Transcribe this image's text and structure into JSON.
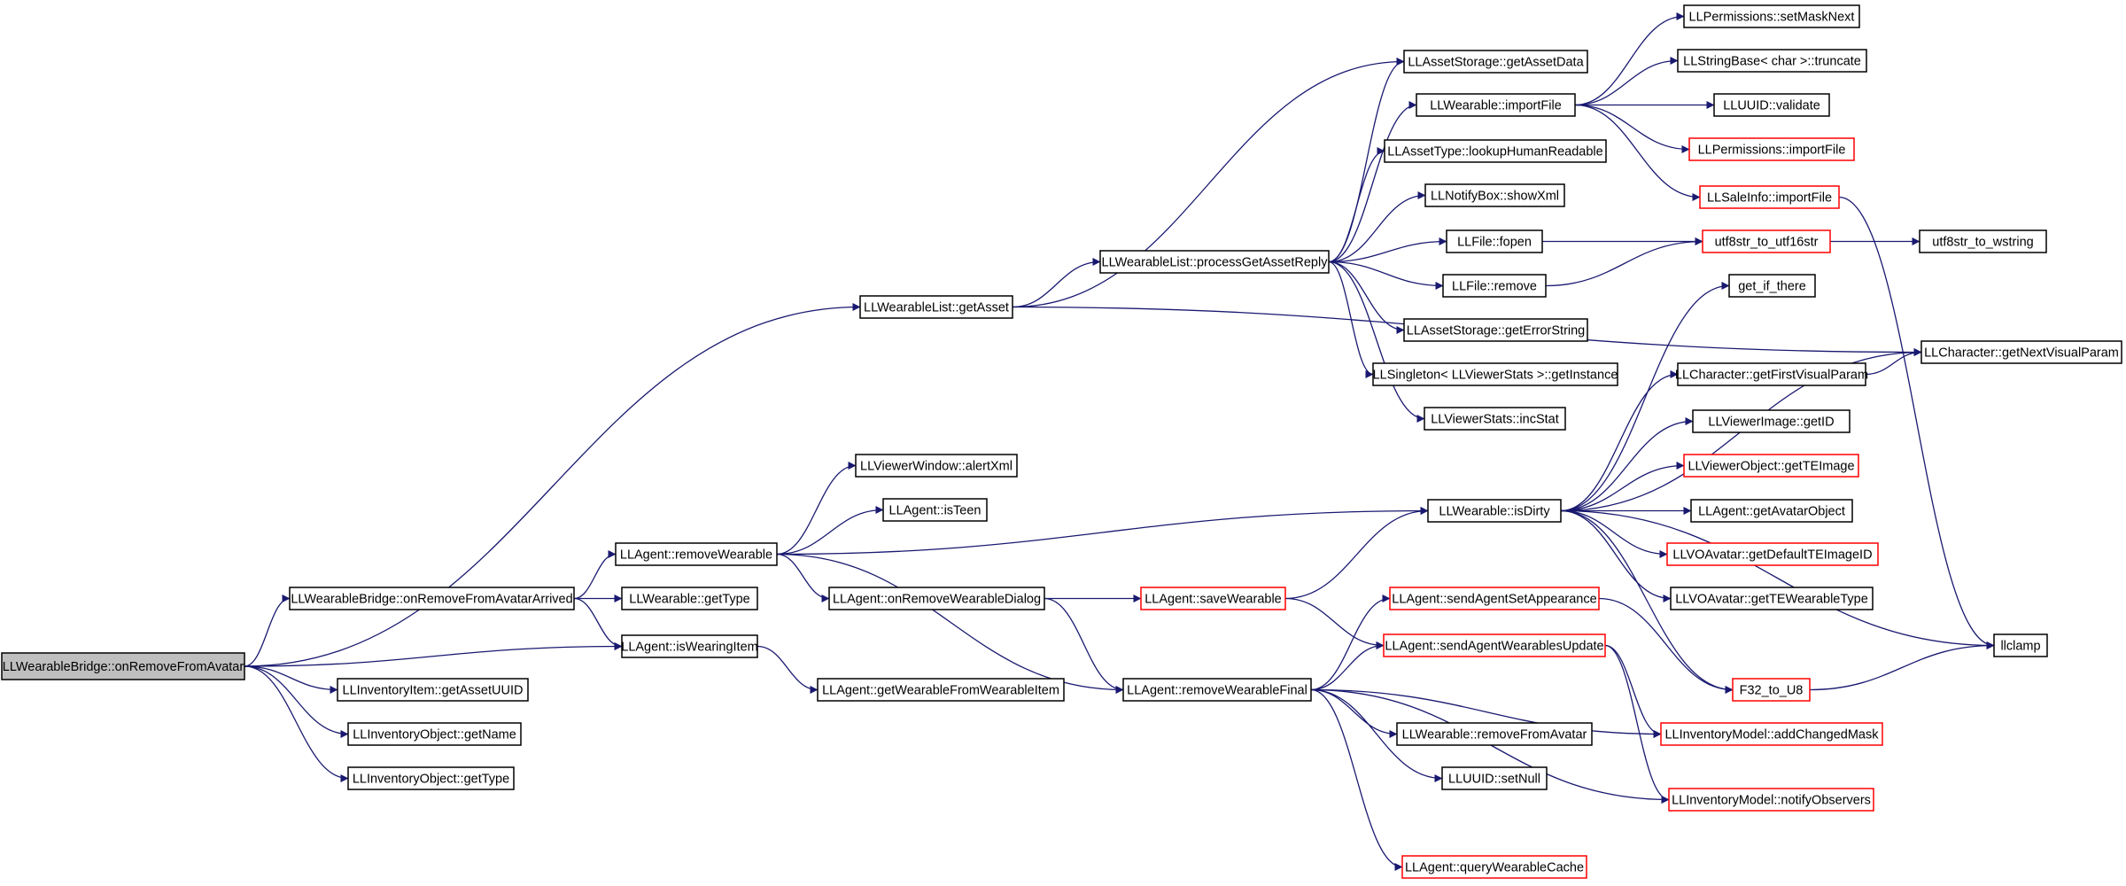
{
  "graph": {
    "colors": {
      "edge": "#191970",
      "plain_border": "#000000",
      "linked_border": "#ff0000",
      "root_fill": "#bfbfbf"
    },
    "nodes": {
      "n1": {
        "label": "LLWearableBridge::onRemoveFromAvatar",
        "style": "root"
      },
      "n2": {
        "label": "LLWearableList::getAsset",
        "style": "plain"
      },
      "n3": {
        "label": "LLWearableBridge::onRemoveFromAvatarArrived",
        "style": "plain"
      },
      "n4": {
        "label": "LLAgent::isWearingItem",
        "style": "plain"
      },
      "n5": {
        "label": "LLInventoryItem::getAssetUUID",
        "style": "plain"
      },
      "n6": {
        "label": "LLInventoryObject::getName",
        "style": "plain"
      },
      "n7": {
        "label": "LLInventoryObject::getType",
        "style": "plain"
      },
      "n8": {
        "label": "LLWearableList::processGetAssetReply",
        "style": "plain"
      },
      "n9": {
        "label": "LLAgent::removeWearable",
        "style": "plain"
      },
      "n10": {
        "label": "LLWearable::getType",
        "style": "plain"
      },
      "n11": {
        "label": "LLViewerWindow::alertXml",
        "style": "plain"
      },
      "n12": {
        "label": "LLAgent::isTeen",
        "style": "plain"
      },
      "n13": {
        "label": "LLAgent::onRemoveWearableDialog",
        "style": "plain"
      },
      "n14": {
        "label": "LLAgent::getWearableFromWearableItem",
        "style": "plain"
      },
      "n15": {
        "label": "LLAgent::saveWearable",
        "style": "red"
      },
      "n16": {
        "label": "LLAgent::removeWearableFinal",
        "style": "plain"
      },
      "n17": {
        "label": "LLAssetStorage::getAssetData",
        "style": "plain"
      },
      "n18": {
        "label": "LLWearable::importFile",
        "style": "plain"
      },
      "n19": {
        "label": "LLAssetType::lookupHumanReadable",
        "style": "plain"
      },
      "n20": {
        "label": "LLNotifyBox::showXml",
        "style": "plain"
      },
      "n21": {
        "label": "LLFile::fopen",
        "style": "plain"
      },
      "n22": {
        "label": "LLFile::remove",
        "style": "plain"
      },
      "n23": {
        "label": "LLAssetStorage::getErrorString",
        "style": "plain"
      },
      "n24": {
        "label": "LLSingleton< LLViewerStats >::getInstance",
        "style": "plain"
      },
      "n25": {
        "label": "LLViewerStats::incStat",
        "style": "plain"
      },
      "n26": {
        "label": "LLWearable::isDirty",
        "style": "plain"
      },
      "n27": {
        "label": "LLAgent::sendAgentSetAppearance",
        "style": "red"
      },
      "n28": {
        "label": "LLAgent::sendAgentWearablesUpdate",
        "style": "red"
      },
      "n29": {
        "label": "LLWearable::removeFromAvatar",
        "style": "plain"
      },
      "n30": {
        "label": "LLUUID::setNull",
        "style": "plain"
      },
      "n31": {
        "label": "LLAgent::queryWearableCache",
        "style": "red"
      },
      "n32": {
        "label": "LLPermissions::setMaskNext",
        "style": "plain"
      },
      "n33": {
        "label": "LLStringBase< char >::truncate",
        "style": "plain"
      },
      "n34": {
        "label": "LLUUID::validate",
        "style": "plain"
      },
      "n35": {
        "label": "LLPermissions::importFile",
        "style": "red"
      },
      "n36": {
        "label": "LLSaleInfo::importFile",
        "style": "red"
      },
      "n37": {
        "label": "utf8str_to_utf16str",
        "style": "red"
      },
      "n38": {
        "label": "get_if_there",
        "style": "plain"
      },
      "n39": {
        "label": "LLCharacter::getFirstVisualParam",
        "style": "plain"
      },
      "n40": {
        "label": "LLViewerImage::getID",
        "style": "plain"
      },
      "n41": {
        "label": "LLViewerObject::getTEImage",
        "style": "red"
      },
      "n42": {
        "label": "LLAgent::getAvatarObject",
        "style": "plain"
      },
      "n43": {
        "label": "LLVOAvatar::getDefaultTEImageID",
        "style": "red"
      },
      "n44": {
        "label": "LLVOAvatar::getTEWearableType",
        "style": "plain"
      },
      "n45": {
        "label": "F32_to_U8",
        "style": "red"
      },
      "n46": {
        "label": "LLInventoryModel::addChangedMask",
        "style": "red"
      },
      "n47": {
        "label": "LLInventoryModel::notifyObservers",
        "style": "red"
      },
      "n48": {
        "label": "utf8str_to_wstring",
        "style": "plain"
      },
      "n49": {
        "label": "LLCharacter::getNextVisualParam",
        "style": "plain"
      },
      "n50": {
        "label": "llclamp",
        "style": "plain"
      }
    },
    "edges": [
      [
        "n1",
        "n2"
      ],
      [
        "n1",
        "n3"
      ],
      [
        "n1",
        "n4"
      ],
      [
        "n1",
        "n5"
      ],
      [
        "n1",
        "n6"
      ],
      [
        "n1",
        "n7"
      ],
      [
        "n2",
        "n8"
      ],
      [
        "n2",
        "n17"
      ],
      [
        "n2",
        "n49"
      ],
      [
        "n3",
        "n9"
      ],
      [
        "n3",
        "n10"
      ],
      [
        "n3",
        "n4"
      ],
      [
        "n4",
        "n14"
      ],
      [
        "n8",
        "n17"
      ],
      [
        "n8",
        "n18"
      ],
      [
        "n8",
        "n19"
      ],
      [
        "n8",
        "n20"
      ],
      [
        "n8",
        "n21"
      ],
      [
        "n8",
        "n22"
      ],
      [
        "n8",
        "n23"
      ],
      [
        "n8",
        "n24"
      ],
      [
        "n8",
        "n25"
      ],
      [
        "n9",
        "n11"
      ],
      [
        "n9",
        "n12"
      ],
      [
        "n9",
        "n13"
      ],
      [
        "n9",
        "n26"
      ],
      [
        "n9",
        "n16"
      ],
      [
        "n13",
        "n15"
      ],
      [
        "n13",
        "n16"
      ],
      [
        "n15",
        "n26"
      ],
      [
        "n15",
        "n28"
      ],
      [
        "n16",
        "n27"
      ],
      [
        "n16",
        "n28"
      ],
      [
        "n16",
        "n29"
      ],
      [
        "n16",
        "n30"
      ],
      [
        "n16",
        "n31"
      ],
      [
        "n16",
        "n46"
      ],
      [
        "n16",
        "n47"
      ],
      [
        "n18",
        "n32"
      ],
      [
        "n18",
        "n33"
      ],
      [
        "n18",
        "n34"
      ],
      [
        "n18",
        "n35"
      ],
      [
        "n18",
        "n36"
      ],
      [
        "n21",
        "n37"
      ],
      [
        "n22",
        "n37"
      ],
      [
        "n26",
        "n38"
      ],
      [
        "n26",
        "n39"
      ],
      [
        "n26",
        "n40"
      ],
      [
        "n26",
        "n41"
      ],
      [
        "n26",
        "n42"
      ],
      [
        "n26",
        "n43"
      ],
      [
        "n26",
        "n44"
      ],
      [
        "n26",
        "n45"
      ],
      [
        "n26",
        "n49"
      ],
      [
        "n26",
        "n50"
      ],
      [
        "n27",
        "n45"
      ],
      [
        "n28",
        "n46"
      ],
      [
        "n28",
        "n47"
      ],
      [
        "n36",
        "n50"
      ],
      [
        "n37",
        "n48"
      ],
      [
        "n39",
        "n49"
      ],
      [
        "n45",
        "n50"
      ]
    ]
  }
}
